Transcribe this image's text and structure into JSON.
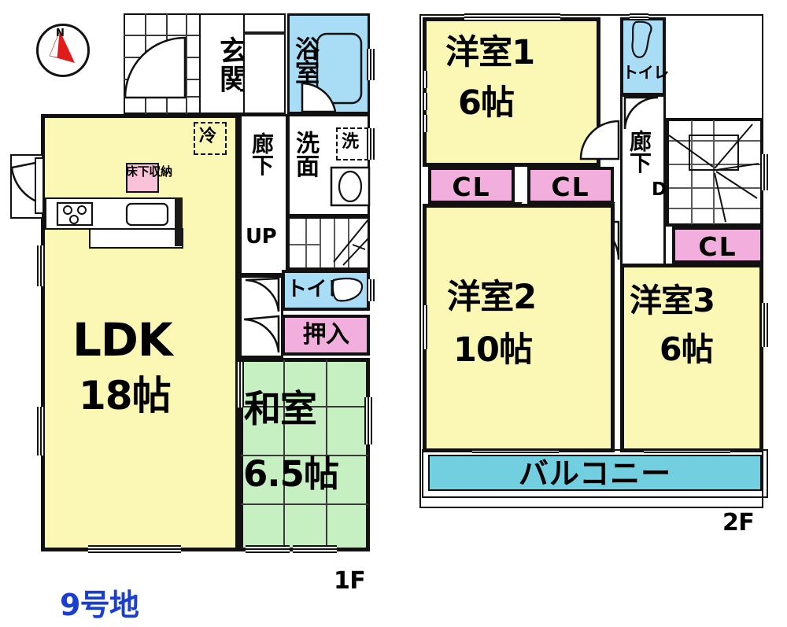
{
  "document": {
    "kind": "real-estate-floor-plan",
    "plot_label": "9号地",
    "floor1_label": "1F",
    "floor2_label": "2F"
  },
  "compass": {
    "name": "north-arrow",
    "label": "N"
  },
  "colors": {
    "yellow_room": "#fbf7b5",
    "green_tatami": "#c6f0c2",
    "pink_closet": "#f2aedd",
    "pink_storage": "#f9c2d9",
    "blue_water": "#a9dcf5",
    "cyan_balcony": "#72cfe0",
    "wall": "#1a1a1a",
    "plot_text": "#1a3fd0"
  },
  "floor1": {
    "label": "1F",
    "rooms": [
      {
        "id": "ldk",
        "name": "LDK",
        "area": "18帖",
        "fill": "yellow"
      },
      {
        "id": "washitsu",
        "name": "和室",
        "area": "6.5帖",
        "fill": "green"
      },
      {
        "id": "genkan",
        "name": "玄関",
        "area": "",
        "fill": "white"
      },
      {
        "id": "rouka",
        "name": "廊下",
        "area": "",
        "fill": "white"
      },
      {
        "id": "yokushitsu",
        "name": "浴室",
        "area": "",
        "fill": "blue"
      },
      {
        "id": "senmen",
        "name": "洗面",
        "area": "",
        "fill": "white"
      },
      {
        "id": "toilet",
        "name": "トイレ",
        "area": "",
        "fill": "blue"
      },
      {
        "id": "oshiire",
        "name": "押入",
        "area": "",
        "fill": "pink"
      }
    ],
    "markers": [
      {
        "id": "fridge",
        "name": "冷",
        "style": "dashed-box"
      },
      {
        "id": "washer",
        "name": "洗",
        "style": "dashed-box"
      },
      {
        "id": "underfloor",
        "name": "床下収納",
        "style": "pink-box"
      },
      {
        "id": "stair_up",
        "name": "UP",
        "style": "plain"
      }
    ]
  },
  "floor2": {
    "label": "2F",
    "rooms": [
      {
        "id": "yoshitsu1",
        "name": "洋室1",
        "area": "6帖",
        "fill": "yellow"
      },
      {
        "id": "yoshitsu2",
        "name": "洋室2",
        "area": "10帖",
        "fill": "yellow"
      },
      {
        "id": "yoshitsu3",
        "name": "洋室3",
        "area": "6帖",
        "fill": "yellow"
      },
      {
        "id": "rouka2",
        "name": "廊下",
        "area": "",
        "fill": "white"
      },
      {
        "id": "toilet2",
        "name": "トイレ",
        "area": "",
        "fill": "blue"
      },
      {
        "id": "balcony",
        "name": "バルコニー",
        "area": "",
        "fill": "cyan"
      }
    ],
    "closets": [
      {
        "id": "cl1",
        "name": "CL"
      },
      {
        "id": "cl2",
        "name": "CL"
      },
      {
        "id": "cl3",
        "name": "CL"
      }
    ],
    "markers": [
      {
        "id": "stair_dn",
        "name": "DN",
        "style": "plain"
      }
    ]
  }
}
